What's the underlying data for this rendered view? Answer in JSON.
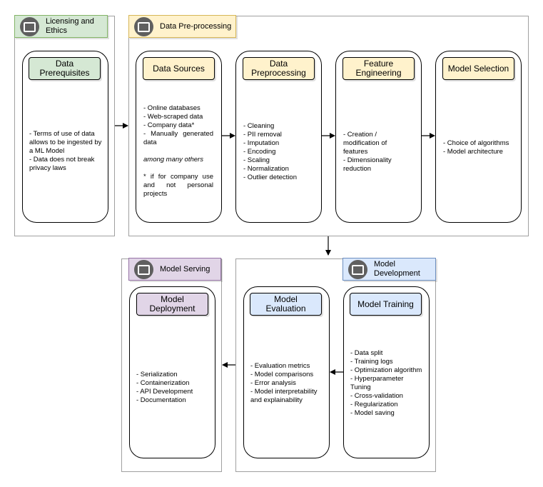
{
  "groups": {
    "licensing": {
      "tag": "Licensing and Ethics",
      "cards": {
        "prerequisites": {
          "title": "Data Prerequisites",
          "items": [
            "- Terms of use of data allows to be ingested by a ML Model",
            "- Data does not break privacy laws"
          ]
        }
      }
    },
    "preprocessing": {
      "tag": "Data Pre-processing",
      "cards": {
        "sources": {
          "title": "Data Sources",
          "items": [
            "- Online databases",
            "- Web-scraped data",
            "- Company data*",
            "- Manually generated data"
          ],
          "note": "among many others",
          "footnote": "* if for company use and not personal projects"
        },
        "data_preprocessing": {
          "title": "Data Preprocessing",
          "items": [
            "- Cleaning",
            "- PII removal",
            "- Imputation",
            "- Encoding",
            "- Scaling",
            "- Normalization",
            "- Outlier detection"
          ]
        },
        "feature_engineering": {
          "title": "Feature Engineering",
          "items": [
            "- Creation / modification of features",
            "- Dimensionality reduction"
          ]
        },
        "model_selection": {
          "title": "Model Selection",
          "items": [
            "- Choice of algorithms",
            "- Model architecture"
          ]
        }
      }
    },
    "serving": {
      "tag": "Model Serving",
      "cards": {
        "deployment": {
          "title": "Model Deployment",
          "items": [
            "- Serialization",
            "- Containerization",
            "- API Development",
            "- Documentation"
          ]
        }
      }
    },
    "development": {
      "tag": "Model Development",
      "cards": {
        "evaluation": {
          "title": "Model Evaluation",
          "items": [
            "- Evaluation metrics",
            "- Model comparisons",
            "- Error analysis",
            "- Model interpretability and explainability"
          ]
        },
        "training": {
          "title": "Model Training",
          "items": [
            "- Data split",
            "- Training logs",
            "- Optimization algorithm",
            "- Hyperparameter Tuning",
            "- Cross-validation",
            "- Regularization",
            "- Model saving"
          ]
        }
      }
    }
  },
  "colors": {
    "green_fill": "#d5e8d4",
    "yellow_fill": "#fff2cc",
    "purple_fill": "#e1d5e7",
    "blue_fill": "#dae8fc",
    "icon": "#5f5f5f"
  }
}
